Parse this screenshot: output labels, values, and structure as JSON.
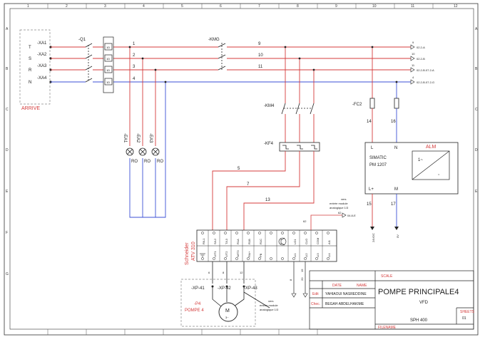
{
  "frame": {
    "top_numbers": [
      "1",
      "2",
      "3",
      "4",
      "5",
      "6",
      "7",
      "8",
      "9",
      "10",
      "11",
      "12"
    ],
    "side_letters": [
      "A",
      "B",
      "C",
      "D",
      "E",
      "F",
      "G"
    ]
  },
  "supply": {
    "group_label": "ARRIVE",
    "phases": [
      "T",
      "S",
      "R",
      "N"
    ],
    "terminals": [
      "-XA1",
      "-XA2",
      "-XA3",
      "-XA4"
    ],
    "breaker": "-Q1",
    "fuse_labels": [
      "1D",
      "1D",
      "1D",
      "1D"
    ],
    "wire_numbers": [
      "1",
      "2",
      "3",
      "4"
    ]
  },
  "contactor": {
    "label": "-KMG",
    "wire_numbers": [
      "9",
      "10",
      "11"
    ]
  },
  "references": [
    "02.2-A",
    "02.2-B",
    "02.2-B.07.2-A",
    "02.2-B.07.2-G"
  ],
  "ref_numbers": [
    "9",
    "10",
    "11",
    "4"
  ],
  "lamps": {
    "labels": [
      "-EA1",
      "-EA2",
      "-EA3"
    ],
    "colors": [
      "RO",
      "RO",
      "RO"
    ]
  },
  "motor_contactor": {
    "label": "-KM4"
  },
  "overload": {
    "label": "-KF4"
  },
  "fuse_fc2": {
    "label": "-FC2",
    "wires": [
      "14",
      "16"
    ]
  },
  "psu": {
    "line1": "SIMATIC",
    "line2": "PM 1207",
    "alarm": "ALM",
    "terminals": [
      "L",
      "N",
      "L+",
      "M"
    ],
    "wires_out": [
      "15",
      "17"
    ],
    "wire_labels": [
      "24VDC",
      "0V"
    ]
  },
  "vfd_wires": [
    "5",
    "7",
    "13"
  ],
  "vfd": {
    "brand": "Schneider",
    "model": "ATV 310",
    "top_terminals": [
      "R/L1",
      "S/L2",
      "T/L3",
      "R1A",
      "R1B",
      "R1C",
      "",
      "LO1",
      "CLO",
      "COM",
      "AI1",
      "10V"
    ],
    "bottom_terminals": [
      "",
      "U/T1",
      "V/T2",
      "W/T3",
      "PA/+",
      "PB",
      "",
      "LI1",
      "LI2",
      "LI3",
      "LI4",
      "COM"
    ],
    "io_wires": [
      "62",
      "8",
      "19",
      "20"
    ],
    "io_ref": "04.8-E"
  },
  "analog_notes": [
    "vers entrée module analogique 1/3",
    "vers entrée module analogique 1/3"
  ],
  "motor": {
    "connectors": [
      "-XP-41",
      "-XP-42",
      "-XP-43"
    ],
    "wire_numbers": [
      "6",
      "8",
      "12"
    ],
    "label": "-P4",
    "name": "POMPE 4",
    "symbol": "M",
    "phase": "3~"
  },
  "title_block": {
    "scale_label": "SCALE",
    "date_label": "DATE",
    "name_label": "NAME",
    "edit_label": "Edit",
    "check_label": "Chec.",
    "editor": "YAHIAOUI NASREDDINE",
    "checker": "BEGAH ABDELHAKIME",
    "title": "POMPE PRINCIPALE4",
    "subtitle": "VFD",
    "sheet_label": "SHEETS",
    "sheet": "01",
    "code": "SPH 400",
    "filename_label": "FILENAME"
  }
}
